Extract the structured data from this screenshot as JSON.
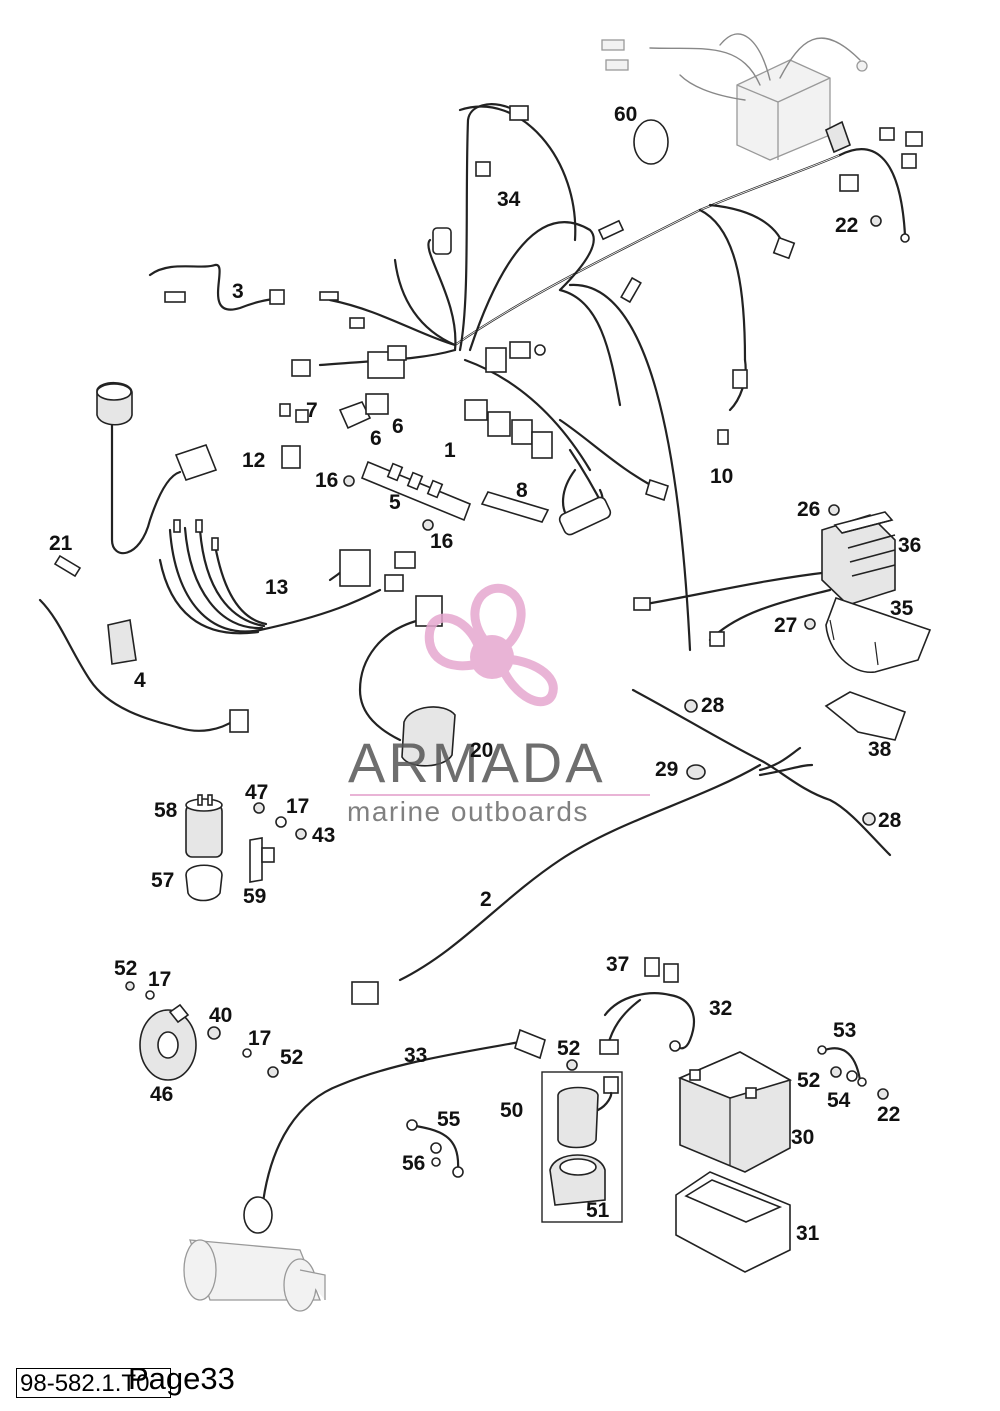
{
  "diagram": {
    "type": "exploded parts diagram",
    "callouts": [
      "60",
      "34",
      "3",
      "22",
      "1",
      "7",
      "6",
      "6",
      "12",
      "16",
      "5",
      "8",
      "10",
      "16",
      "26",
      "36",
      "21",
      "13",
      "35",
      "27",
      "4",
      "28",
      "38",
      "20",
      "29",
      "28",
      "47",
      "17",
      "58",
      "43",
      "57",
      "59",
      "2",
      "52",
      "17",
      "37",
      "40",
      "32",
      "17",
      "52",
      "53",
      "33",
      "52",
      "46",
      "52",
      "54",
      "22",
      "50",
      "55",
      "30",
      "56",
      "51",
      "31"
    ]
  },
  "watermark": {
    "brand": "ARMADA",
    "tagline": "marine outboards",
    "colors": {
      "propeller": "#e6a8cf",
      "text": "#555555"
    }
  },
  "footer": {
    "drawing_code": "98-582.1.T0",
    "page_label": "Page33"
  }
}
